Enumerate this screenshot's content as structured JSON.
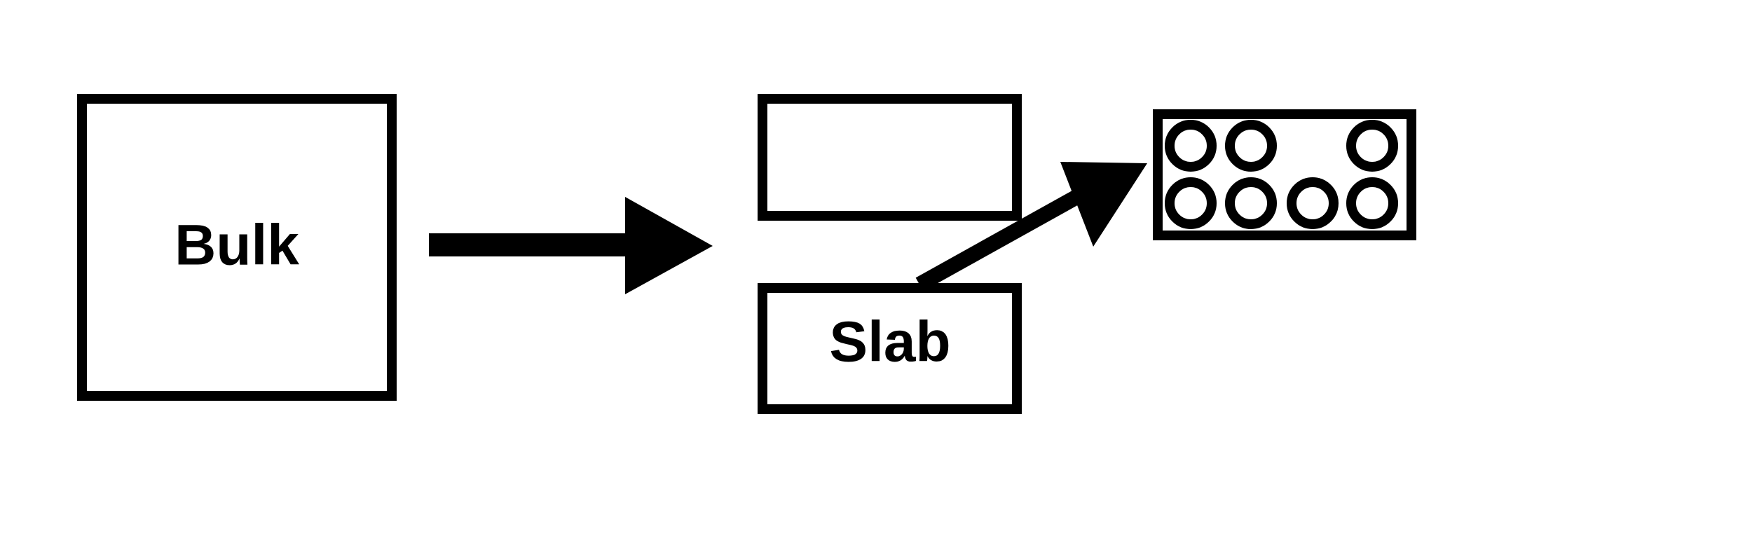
{
  "diagram": {
    "bulk_label": "Bulk",
    "slab_label": "Slab",
    "colors": {
      "stroke": "#000000",
      "background": "#ffffff"
    },
    "cell_grid": {
      "rows": 2,
      "cols": 4,
      "missing": [
        [
          0,
          2
        ]
      ]
    }
  }
}
